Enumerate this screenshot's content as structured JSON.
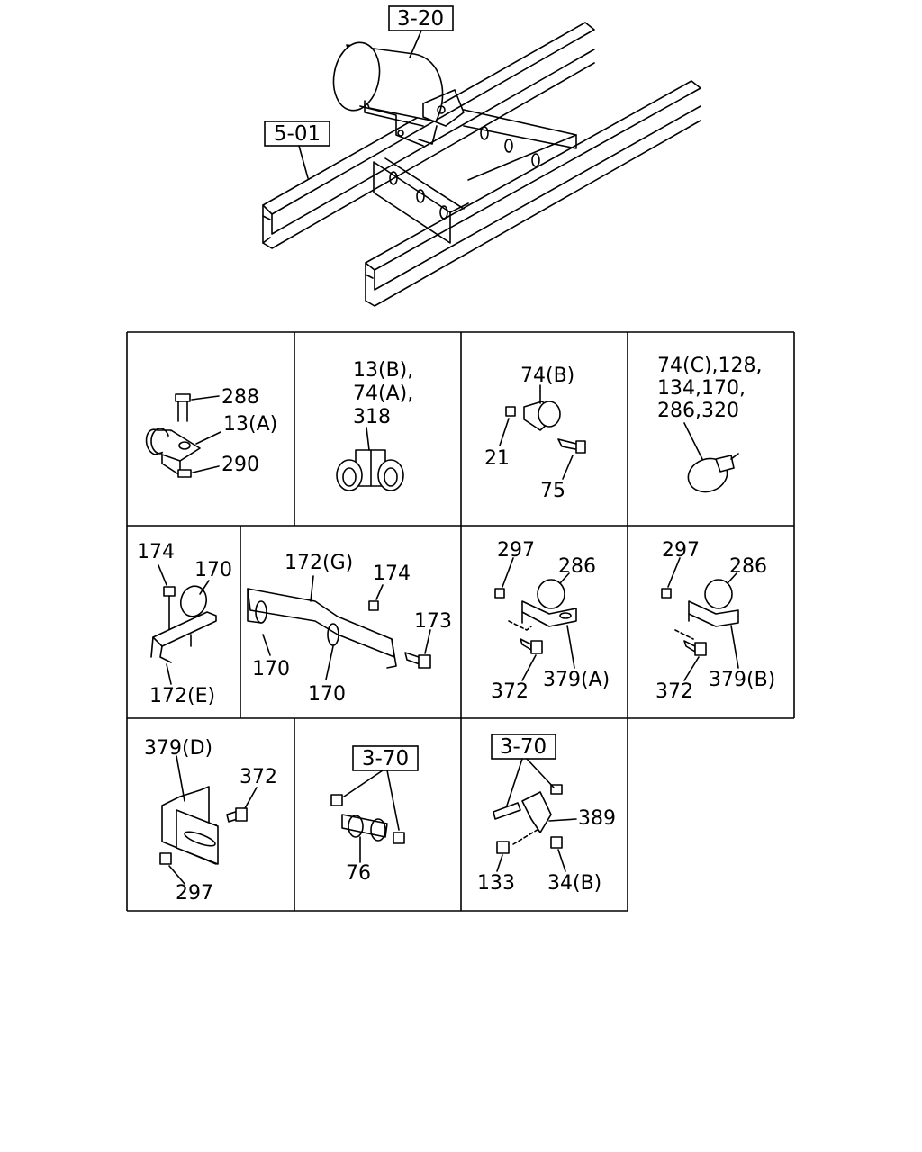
{
  "overview": {
    "ref_top": "3-20",
    "ref_frame": "5-01"
  },
  "cells": {
    "c1": {
      "labels": [
        "288",
        "13(A)",
        "290"
      ]
    },
    "c2": {
      "labels": [
        "13(B),",
        "74(A),",
        "318"
      ]
    },
    "c3": {
      "labels": [
        "74(B)",
        "21",
        "75"
      ]
    },
    "c4": {
      "labels": [
        "74(C),128,",
        "134,170,",
        "286,320"
      ]
    },
    "c5": {
      "labels": [
        "174",
        "170",
        "172(E)"
      ]
    },
    "c6": {
      "labels": [
        "172(G)",
        "174",
        "173",
        "170",
        "170"
      ]
    },
    "c7": {
      "labels": [
        "297",
        "286",
        "372",
        "379(A)"
      ]
    },
    "c8": {
      "labels": [
        "297",
        "286",
        "372",
        "379(B)"
      ]
    },
    "c9": {
      "labels": [
        "379(D)",
        "372",
        "297"
      ]
    },
    "c10": {
      "ref": "3-70",
      "labels": [
        "76"
      ]
    },
    "c11": {
      "ref": "3-70",
      "labels": [
        "389",
        "133",
        "34(B)"
      ]
    }
  }
}
